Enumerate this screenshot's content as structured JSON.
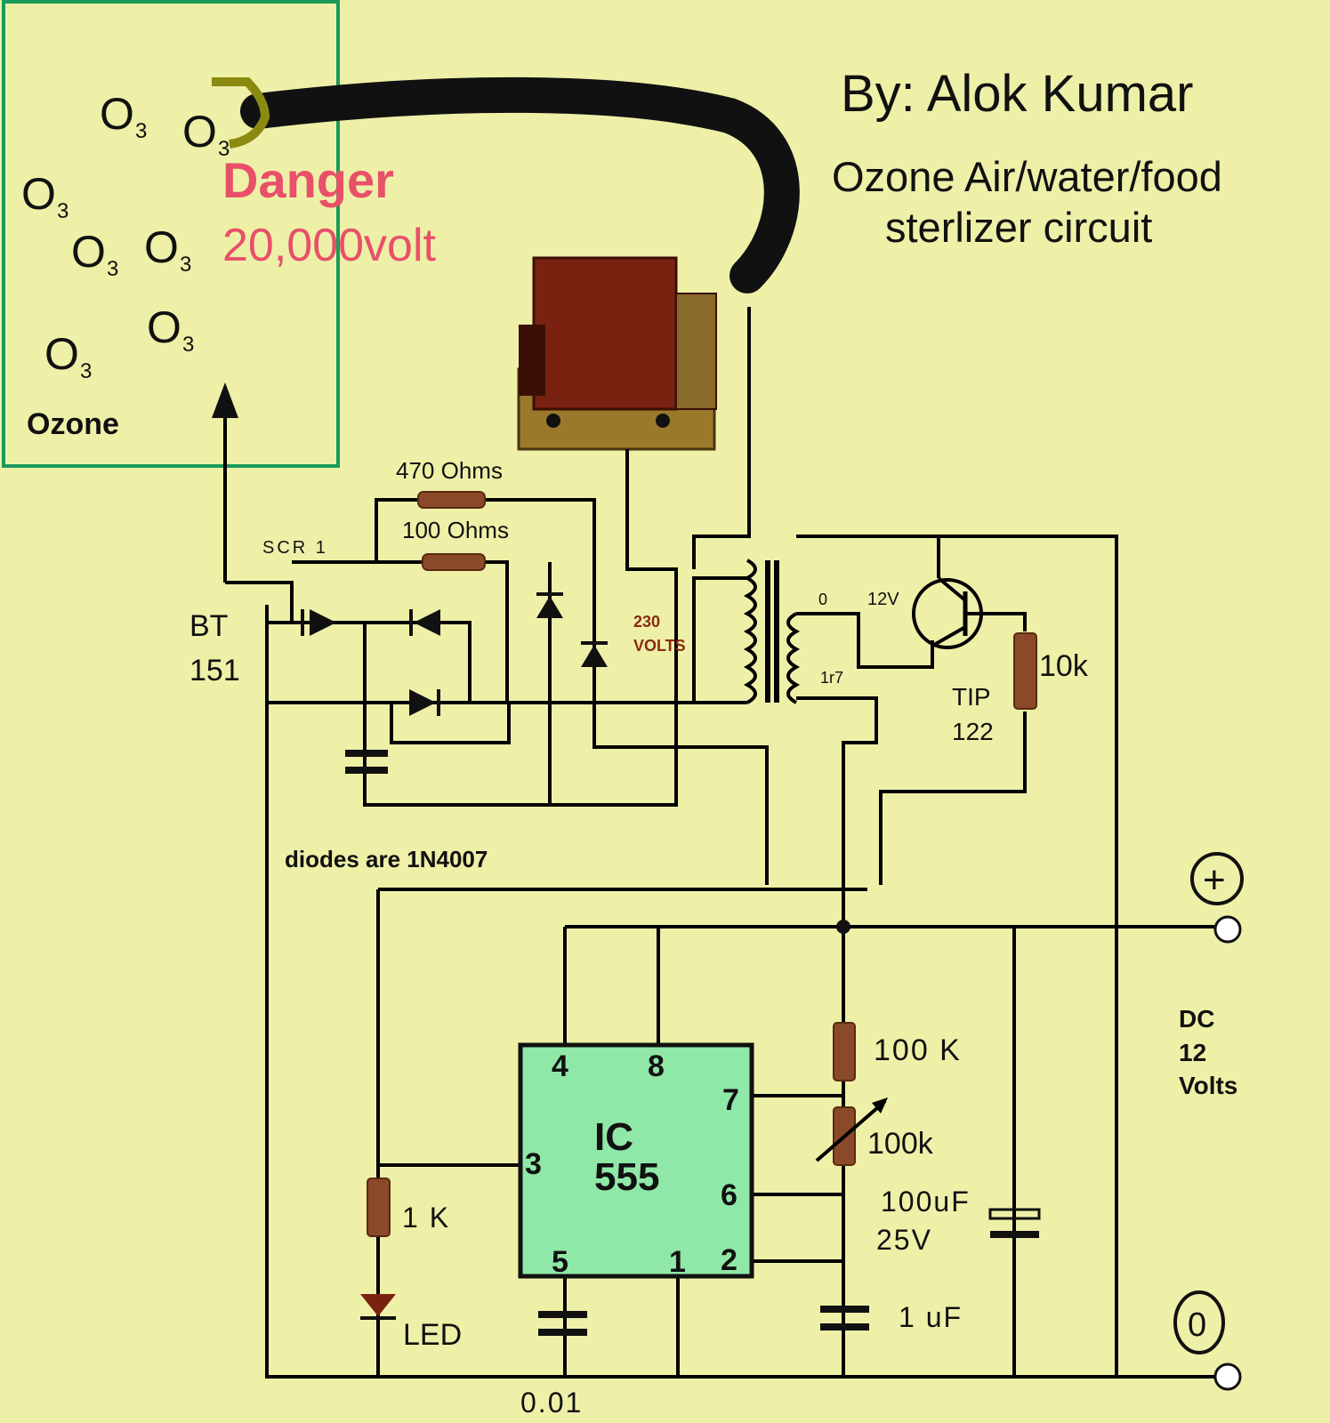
{
  "header": {
    "author": "By: Alok Kumar",
    "title_line_1": "Ozone Air/water/food",
    "title_line_2": "sterlizer circuit"
  },
  "warning": {
    "title": "Danger",
    "voltage": "20,000volt"
  },
  "ozone_zone": {
    "molecule_symbol": "O",
    "molecule_subscript": "3",
    "label": "Ozone"
  },
  "components": {
    "r470": "470 Ohms",
    "r100": "100 Ohms",
    "scr": "SCR 1",
    "bt_line_1": "BT",
    "bt_line_2": "151",
    "mains_line_1": "230",
    "mains_line_2": "VOLTS",
    "tap_0": "0",
    "tap_12v": "12V",
    "tap_1r7": "1r7",
    "r10k": "10k",
    "tip_line_1": "TIP",
    "tip_line_2": "122",
    "r100k": "100 K",
    "pot100k": "100k",
    "c100uf_line_1": "100uF",
    "c100uf_line_2": "25V",
    "c1uf": "1 uF",
    "r1k": "1 K",
    "led": "LED",
    "c001": "0.01"
  },
  "notes": {
    "diodes": "diodes are 1N4007"
  },
  "ic555": {
    "label_line_1": "IC",
    "label_line_2": "555",
    "pins": {
      "1": "1",
      "2": "2",
      "3": "3",
      "4": "4",
      "5": "5",
      "6": "6",
      "7": "7",
      "8": "8"
    }
  },
  "power": {
    "positive_symbol": "+",
    "ground_symbol": "0",
    "supply_line_1": "DC",
    "supply_line_2": "12",
    "supply_line_3": "Volts"
  },
  "colors": {
    "background": "#eef0a8",
    "danger": "#e8506a",
    "ozone_box": "#1a9a5a",
    "ic_fill": "#90e8a8",
    "resistor": "#8a4a2a"
  }
}
